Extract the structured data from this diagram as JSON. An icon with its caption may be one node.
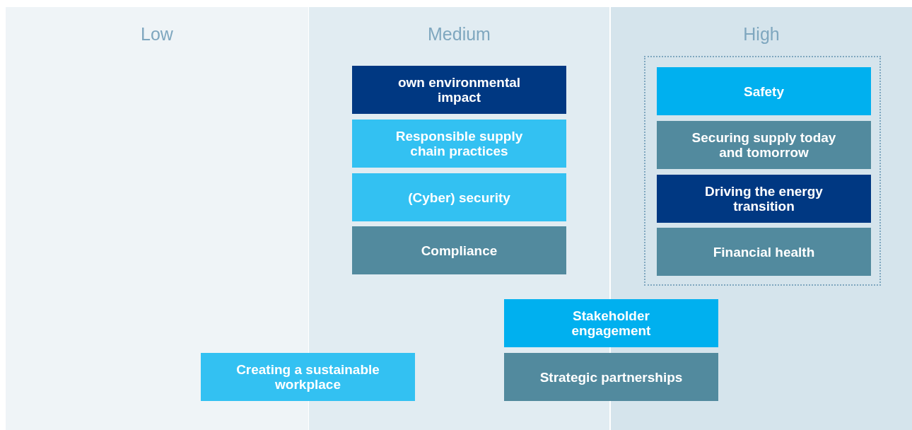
{
  "diagram": {
    "nodes": [
      {
        "text": [
          "Low"
        ]
      },
      {
        "text": [
          "Medium"
        ]
      },
      {
        "text": [
          "High"
        ]
      },
      {
        "text": [
          "own environmental impact"
        ],
        "in": 1
      },
      {
        "text": [
          "Responsible supply chain practices"
        ],
        "in": 1
      },
      {
        "text": [
          "(Cyber) security"
        ],
        "in": 1
      },
      {
        "text": [
          "Compliance"
        ],
        "in": 1
      },
      {
        "text": [],
        "shape": "box",
        "in": 2
      },
      {
        "text": [
          "Safety"
        ],
        "in": 7
      },
      {
        "text": [
          "Securing supply today and tomorrow"
        ],
        "in": 7
      },
      {
        "text": [
          "Driving the energy transition"
        ],
        "in": 7
      },
      {
        "text": [
          "Financial health"
        ],
        "in": 7
      },
      {
        "text": [
          "Stakeholder engagement"
        ]
      },
      {
        "text": [
          "Strategic partnerships"
        ]
      },
      {
        "text": [
          "Creating a sustainable workplace"
        ]
      }
    ]
  }
}
